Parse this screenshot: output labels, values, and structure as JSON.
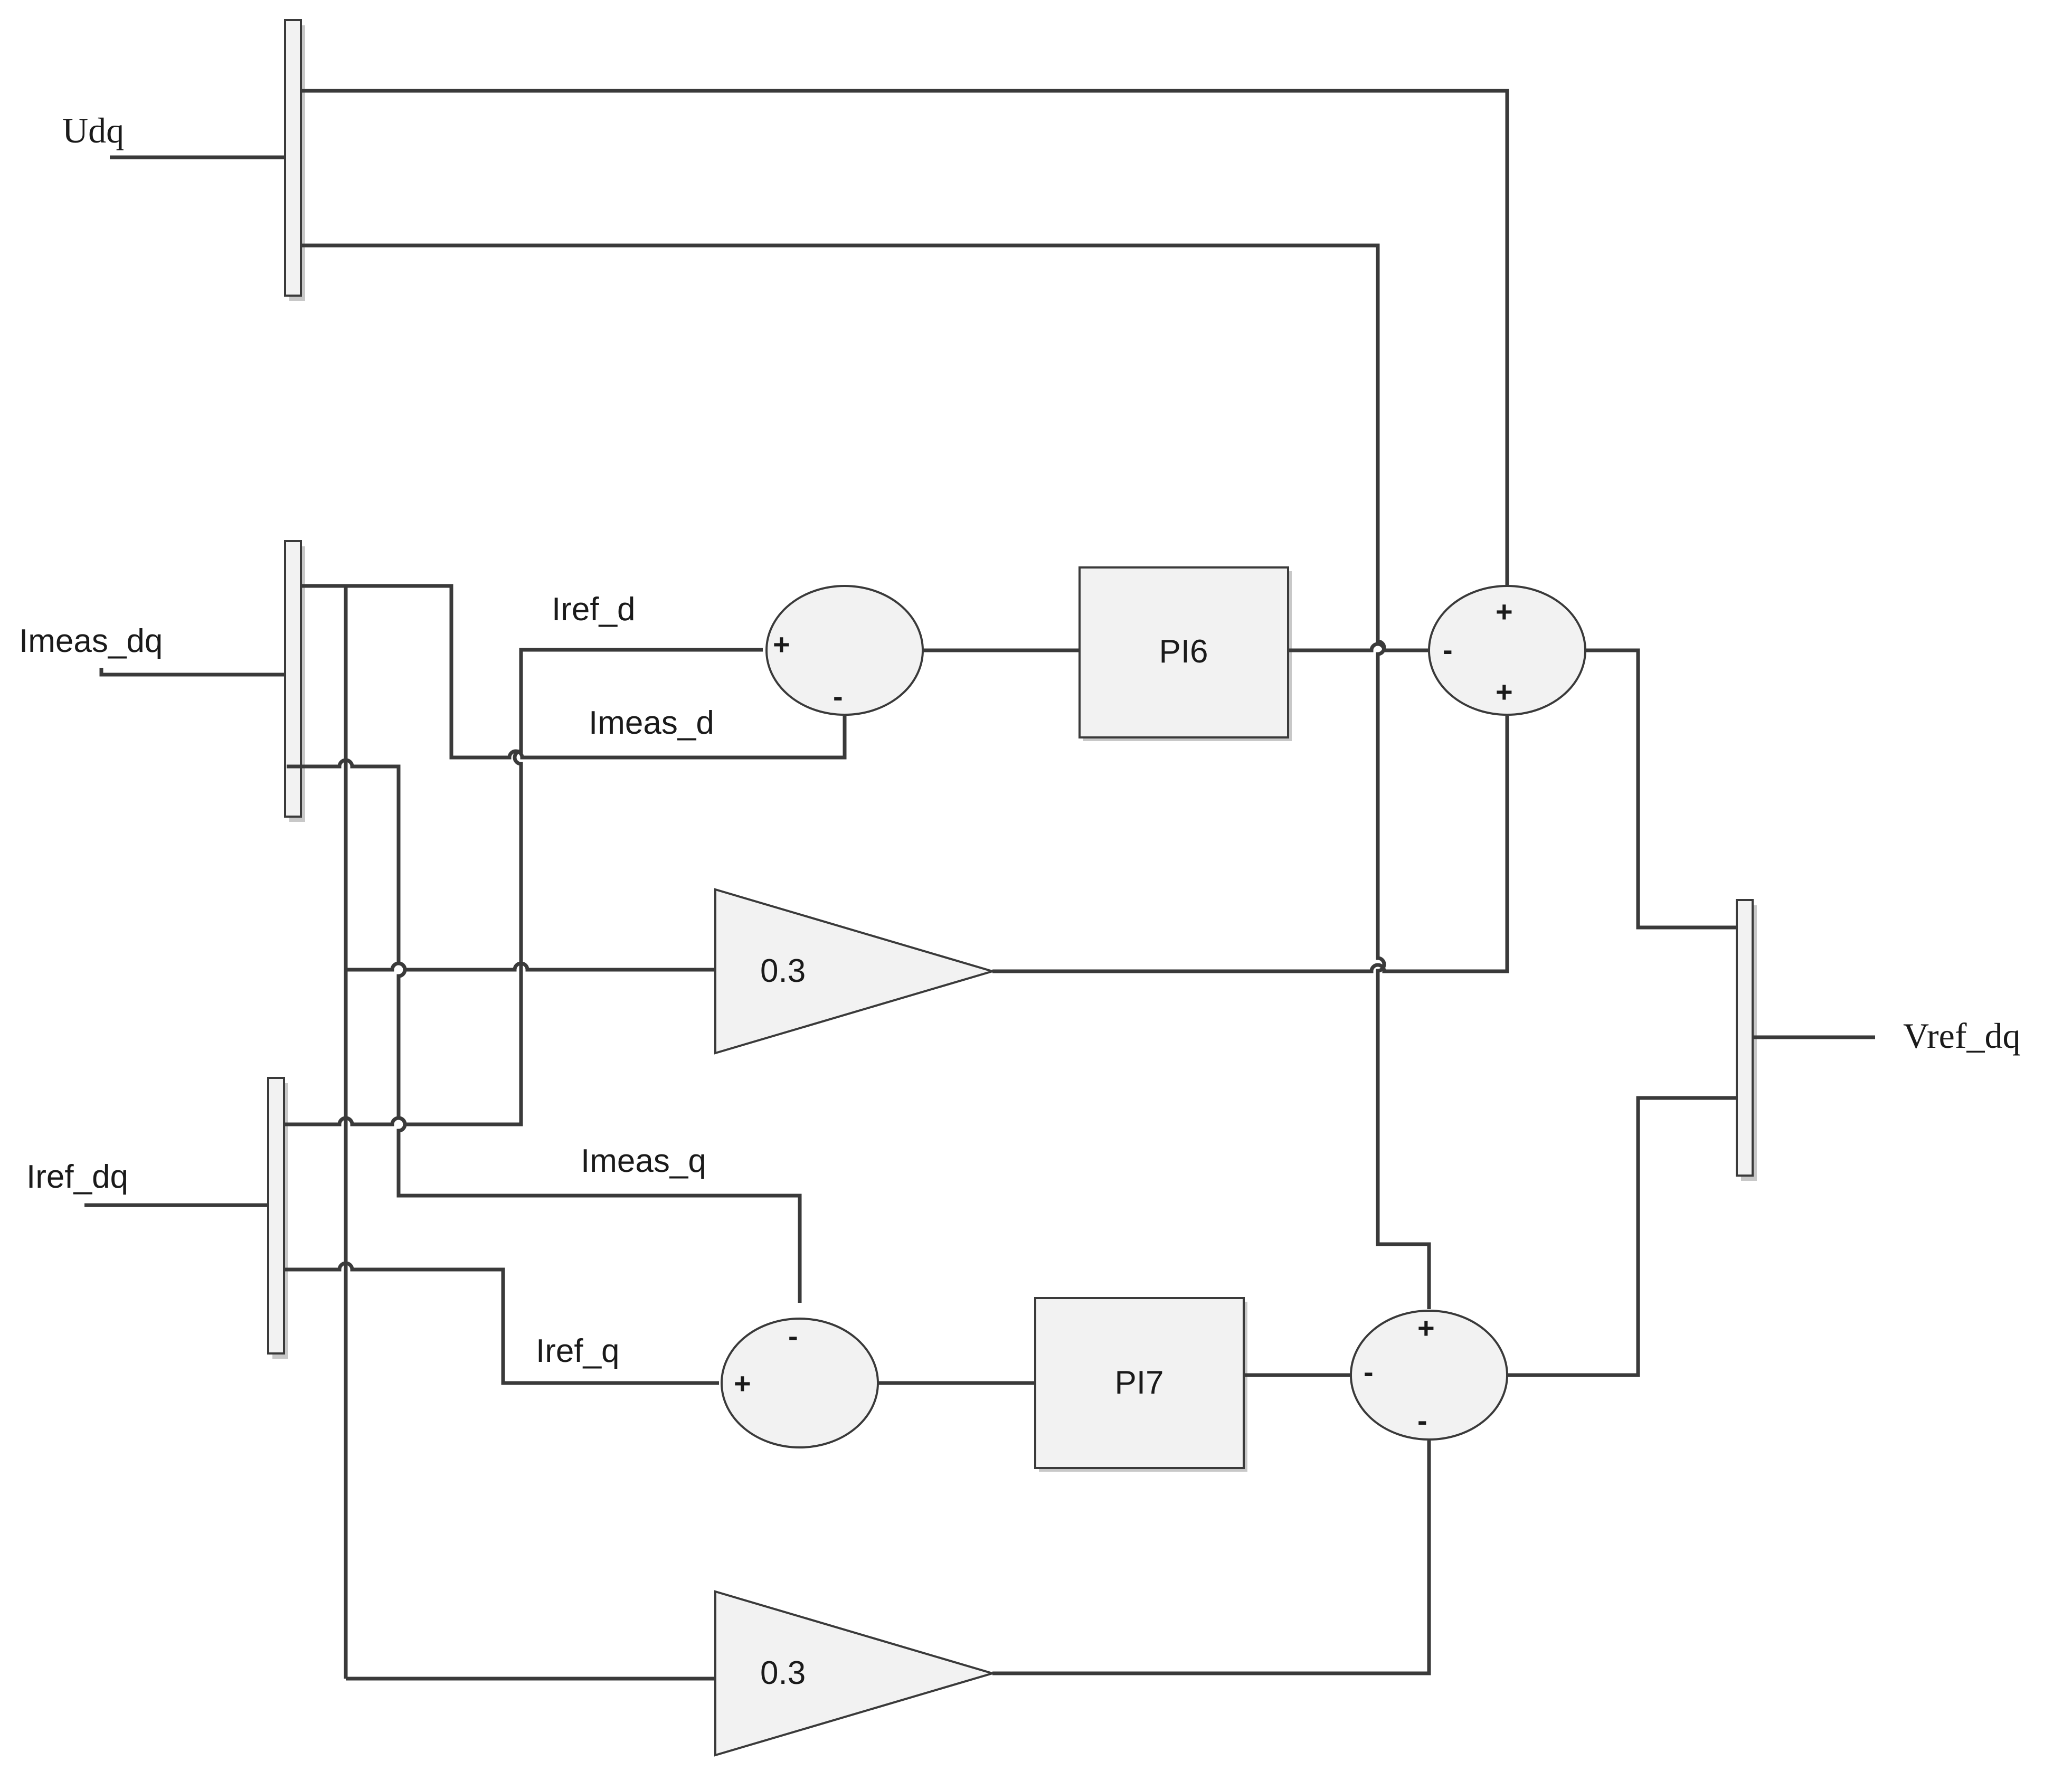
{
  "inputs": {
    "udq": "Udq",
    "imeas_dq": "Imeas_dq",
    "iref_dq": "Iref_dq"
  },
  "output": {
    "vref_dq": "Vref_dq"
  },
  "signals": {
    "iref_d": "Iref_d",
    "imeas_d": "Imeas_d",
    "imeas_q": "Imeas_q",
    "iref_q": "Iref_q"
  },
  "blocks": {
    "pi_d": "PI6",
    "pi_q": "PI7",
    "gain_d": "0.3",
    "gain_q": "0.3"
  },
  "sum_signs": {
    "err_d": [
      "+",
      "-"
    ],
    "err_q": [
      "-",
      "+"
    ],
    "out_d": [
      "+",
      "-",
      "+"
    ],
    "out_q": [
      "+",
      "-",
      "-"
    ]
  }
}
